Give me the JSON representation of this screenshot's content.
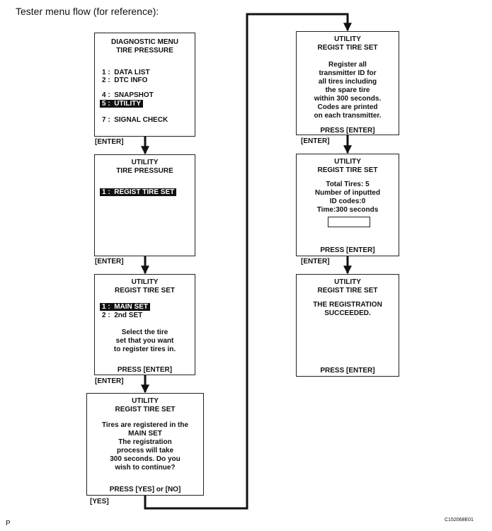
{
  "title": "Tester menu flow (for reference):",
  "screens": {
    "s1": {
      "header": [
        "DIAGNOSTIC MENU",
        "TIRE PRESSURE"
      ],
      "items": [
        "1 :  DATA LIST",
        "2 :  DTC INFO",
        "4 :  SNAPSHOT",
        "5 :  UTILITY",
        "7 :  SIGNAL CHECK"
      ],
      "selected_item": "5 :  UTILITY"
    },
    "s2": {
      "header": [
        "UTILITY",
        "TIRE PRESSURE"
      ],
      "items": [
        "1 :  REGIST TIRE SET"
      ],
      "selected_item": "1 :  REGIST TIRE SET"
    },
    "s3": {
      "header": [
        "UTILITY",
        "REGIST TIRE SET"
      ],
      "items": [
        "1 :  MAIN SET",
        "2 :  2nd SET"
      ],
      "selected_item": "1 :  MAIN SET",
      "message": [
        "Select the tire",
        "set that you want",
        "to register tires in."
      ],
      "prompt": "PRESS [ENTER]"
    },
    "s4": {
      "header": [
        "UTILITY",
        "REGIST TIRE SET"
      ],
      "message": [
        "Tires are registered in the",
        "MAIN SET",
        "The registration",
        "process will take",
        "300 seconds. Do you",
        "wish to continue?"
      ],
      "prompt": "PRESS [YES] or [NO]"
    },
    "s5": {
      "header": [
        "UTILITY",
        "REGIST TIRE SET"
      ],
      "message": [
        "Register all",
        "transmitter ID for",
        "all tires including",
        "the spare tire",
        "within 300 seconds.",
        "Codes are printed",
        "on each transmitter."
      ],
      "prompt": "PRESS [ENTER]"
    },
    "s6": {
      "header": [
        "UTILITY",
        "REGIST TIRE SET"
      ],
      "message": [
        "Total Tires: 5",
        "Number of inputted",
        "ID codes:0",
        "Time:300 seconds"
      ],
      "prompt": "PRESS [ENTER]"
    },
    "s7": {
      "header": [
        "UTILITY",
        "REGIST TIRE SET"
      ],
      "message": [
        "THE REGISTRATION",
        "SUCCEEDED."
      ],
      "prompt": "PRESS [ENTER]"
    }
  },
  "flow_labels": {
    "enter_1": "[ENTER]",
    "enter_2": "[ENTER]",
    "enter_3": "[ENTER]",
    "yes": "[YES]",
    "enter_4": "[ENTER]",
    "enter_5": "[ENTER]"
  },
  "footer": {
    "left": "P",
    "right": "C152068E01"
  }
}
